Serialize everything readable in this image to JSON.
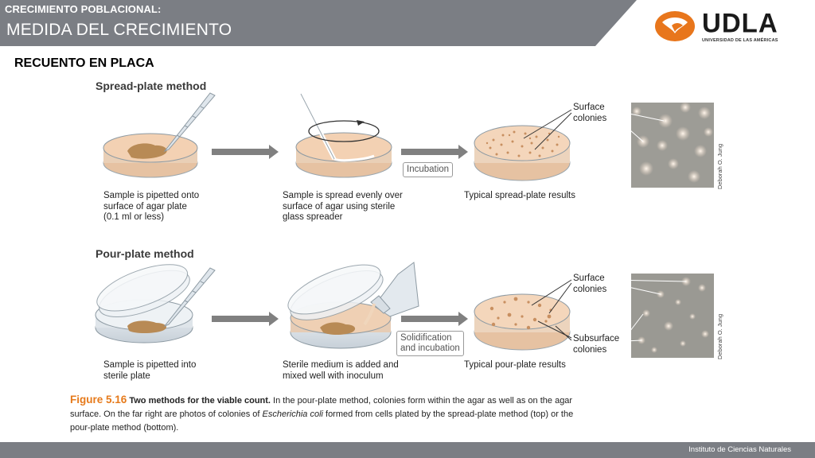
{
  "header": {
    "subtitle": "CRECIMIENTO POBLACIONAL:",
    "title": "MEDIDA DEL CRECIMIENTO",
    "logo_text": "UDLA",
    "logo_caption": "UNIVERSIDAD DE LAS AMÉRICAS"
  },
  "section_title": "RECUENTO EN PLACA",
  "spread": {
    "title": "Spread-plate method",
    "step1": [
      "Sample is pipetted onto",
      "surface of agar plate",
      "(0.1 ml or less)"
    ],
    "step2": [
      "Sample is spread evenly over",
      "surface of agar using sterile",
      "glass spreader"
    ],
    "stage": "Incubation",
    "result": "Typical spread-plate results",
    "label_surface": [
      "Surface",
      "colonies"
    ],
    "credit": "Deborah O. Jung"
  },
  "pour": {
    "title": "Pour-plate method",
    "step1": [
      "Sample is pipetted into",
      "sterile plate"
    ],
    "step2": [
      "Sterile medium is added and",
      "mixed well with inoculum"
    ],
    "stage": [
      "Solidification",
      "and incubation"
    ],
    "result": "Typical pour-plate results",
    "label_surface": [
      "Surface",
      "colonies"
    ],
    "label_subsurface": [
      "Subsurface",
      "colonies"
    ],
    "credit": "Deborah O. Jung"
  },
  "figure": {
    "number": "Figure 5.16",
    "lead": "Two methods for the viable count.",
    "text_a": " In the pour-plate method, colonies form within the agar as well as on the agar surface. On the far right are photos of colonies of ",
    "organism": "Escherichia coli",
    "text_b": " formed from cells plated by the spread-plate method (top) or the pour-plate method (bottom)."
  },
  "footer": "Instituto de Ciencias Naturales",
  "colors": {
    "header_gray": "#7b7e84",
    "brand_orange": "#e8761c",
    "agar": "#f2c7a0",
    "sample": "#b88a55",
    "arrow": "#808080"
  }
}
